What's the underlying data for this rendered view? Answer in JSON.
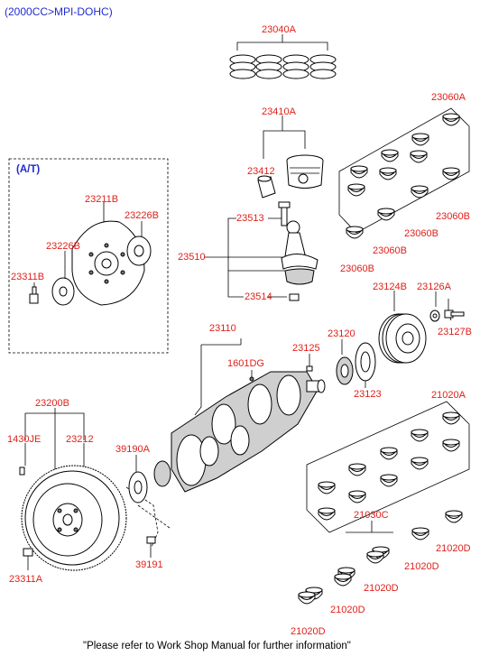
{
  "header": {
    "engine": "(2000CC>MPI-DOHC)"
  },
  "at_box": {
    "title": "(A/T)"
  },
  "footer": {
    "note": "\"Please refer to Work Shop Manual for further information\""
  },
  "labels": {
    "p23040A": "23040A",
    "p23410A": "23410A",
    "p23412": "23412",
    "p23513": "23513",
    "p23510": "23510",
    "p23514": "23514",
    "p23060A": "23060A",
    "p23060B_1": "23060B",
    "p23060B_2": "23060B",
    "p23060B_3": "23060B",
    "p23060B_4": "23060B",
    "p23211B": "23211B",
    "p23226B_1": "23226B",
    "p23226B_2": "23226B",
    "p23311B": "23311B",
    "p23124B": "23124B",
    "p23126A": "23126A",
    "p23127B": "23127B",
    "p23110": "23110",
    "p1601DG": "1601DG",
    "p23125": "23125",
    "p23120": "23120",
    "p23123": "23123",
    "p21020A": "21020A",
    "p23200B": "23200B",
    "p1430JE": "1430JE",
    "p23212": "23212",
    "p39190A": "39190A",
    "p39191": "39191",
    "p23311A": "23311A",
    "p21030C": "21030C",
    "p21020D_1": "21020D",
    "p21020D_2": "21020D",
    "p21020D_3": "21020D",
    "p21020D_4": "21020D",
    "p21020D_5": "21020D"
  },
  "colors": {
    "label": "#e0201a",
    "header": "#1f2bd0",
    "line": "#000000"
  }
}
